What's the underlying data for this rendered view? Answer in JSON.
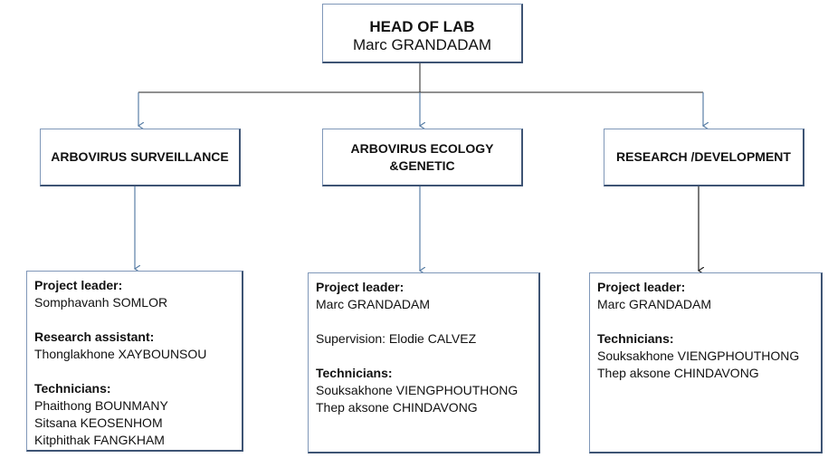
{
  "head": {
    "title": "HEAD OF LAB",
    "name": "Marc GRANDADAM"
  },
  "departments": [
    {
      "name": "ARBOVIRUS SURVEILLANCE",
      "team": {
        "project_leader_label": "Project leader:",
        "project_leader": "Somphavanh SOMLOR",
        "research_assistant_label": "Research assistant:",
        "research_assistant": "Thonglakhone XAYBOUNSOU",
        "technicians_label": "Technicians:",
        "technicians": [
          "Phaithong BOUNMANY",
          "Sitsana KEOSENHOM",
          "Kitphithak FANGKHAM"
        ]
      }
    },
    {
      "name": "ARBOVIRUS ECOLOGY\n&GENETIC",
      "team": {
        "project_leader_label": "Project leader:",
        "project_leader": "Marc GRANDADAM",
        "supervision": "Supervision: Elodie CALVEZ",
        "technicians_label": "Technicians:",
        "technicians": [
          "Souksakhone VIENGPHOUTHONG",
          "Thep aksone CHINDAVONG"
        ]
      }
    },
    {
      "name": "RESEARCH /DEVELOPMENT",
      "team": {
        "project_leader_label": "Project leader:",
        "project_leader": "Marc GRANDADAM",
        "technicians_label": "Technicians:",
        "technicians": [
          "Souksakhone VIENGPHOUTHONG",
          "Thep aksone CHINDAVONG"
        ]
      }
    }
  ],
  "colors": {
    "connector_blue": "#5a7fa6",
    "connector_dark": "#222222",
    "box_border": "#3e5474"
  }
}
